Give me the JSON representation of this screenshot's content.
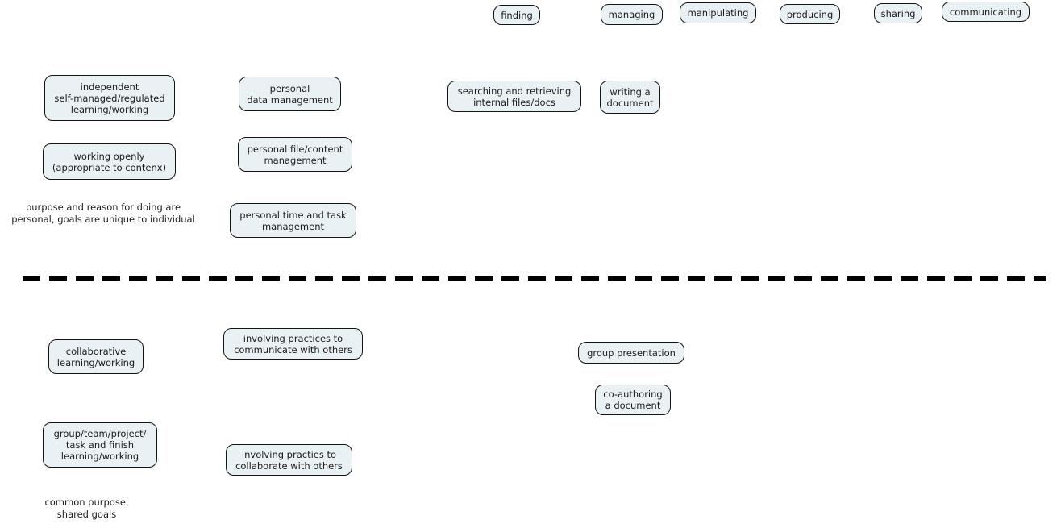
{
  "colors": {
    "background": "#ffffff",
    "box_fill": "#eaf1f5",
    "box_border": "#141414",
    "text": "#1c1c1c",
    "divider": "#000000"
  },
  "nodes": {
    "finding": {
      "label": "finding"
    },
    "managing": {
      "label": "managing"
    },
    "manipulating": {
      "label": "manipulating"
    },
    "producing": {
      "label": "producing"
    },
    "sharing": {
      "label": "sharing"
    },
    "communicating": {
      "label": "communicating"
    },
    "independent": {
      "label": "independent\nself-managed/regulated\nlearning/working"
    },
    "working_openly": {
      "label": "working openly\n(appropriate to contenx)"
    },
    "purpose_note": {
      "label": "purpose and reason for doing are\npersonal, goals are unique to individual"
    },
    "personal_data": {
      "label": "personal\ndata management"
    },
    "personal_file": {
      "label": "personal file/content\nmanagement"
    },
    "personal_time": {
      "label": "personal time and task\nmanagement"
    },
    "searching": {
      "label": "searching and retrieving\ninternal files/docs"
    },
    "writing": {
      "label": "writing a\ndocument"
    },
    "collaborative": {
      "label": "collaborative\nlearning/working"
    },
    "communicate_practices": {
      "label": "involving practices to\ncommunicate with others"
    },
    "group_presentation": {
      "label": "group presentation"
    },
    "coauthoring": {
      "label": "co-authoring\na document"
    },
    "group_team": {
      "label": "group/team/project/\ntask and finish\nlearning/working"
    },
    "collaborate_practices": {
      "label": "involving practies to\ncollaborate with others"
    },
    "common_purpose_note": {
      "label": "common purpose,\nshared goals"
    }
  }
}
